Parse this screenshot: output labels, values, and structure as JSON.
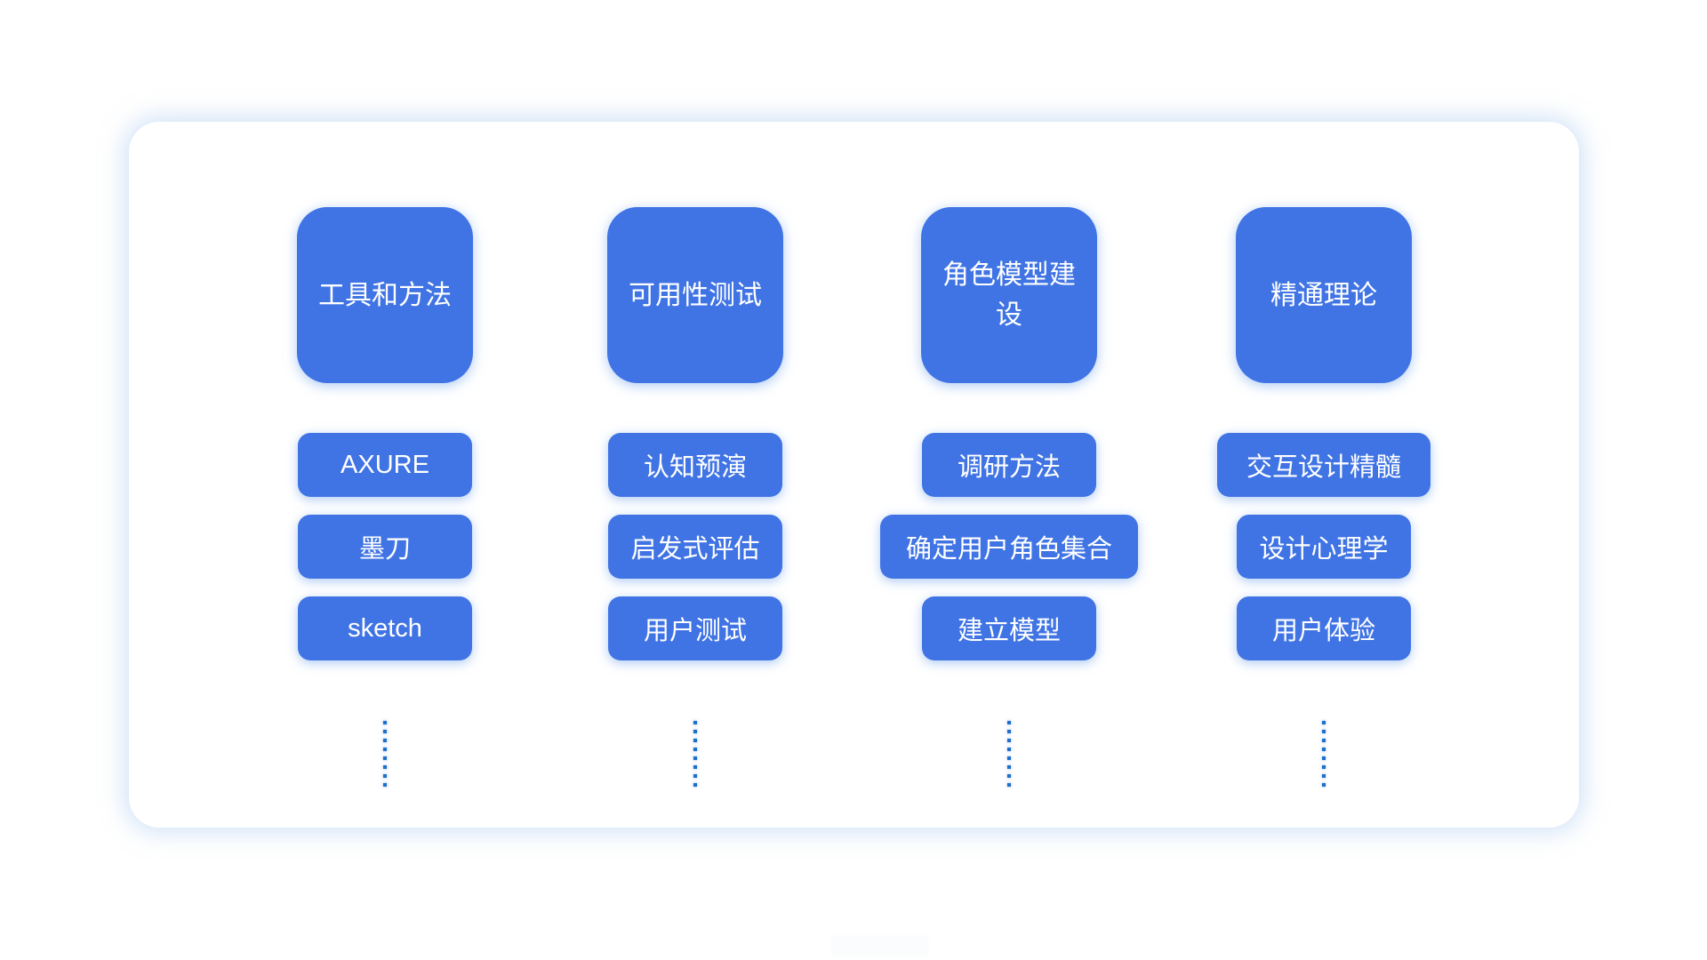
{
  "diagram": {
    "colors": {
      "node_fill": "#4074e4",
      "node_text": "#ffffff",
      "dot": "#1e6fca",
      "card_background": "#ffffff",
      "card_glow": "#afcdf1"
    },
    "columns": [
      {
        "header": "工具和方法",
        "items": [
          {
            "label": "AXURE"
          },
          {
            "label": "墨刀"
          },
          {
            "label": "sketch"
          }
        ]
      },
      {
        "header": "可用性测试",
        "items": [
          {
            "label": "认知预演"
          },
          {
            "label": "启发式评估"
          },
          {
            "label": "用户测试"
          }
        ]
      },
      {
        "header": "角色模型建设",
        "items": [
          {
            "label": "调研方法"
          },
          {
            "label": "确定用户角色集合"
          },
          {
            "label": "建立模型"
          }
        ]
      },
      {
        "header": "精通理论",
        "items": [
          {
            "label": "交互设计精髓"
          },
          {
            "label": "设计心理学"
          },
          {
            "label": "用户体验"
          }
        ]
      }
    ]
  }
}
